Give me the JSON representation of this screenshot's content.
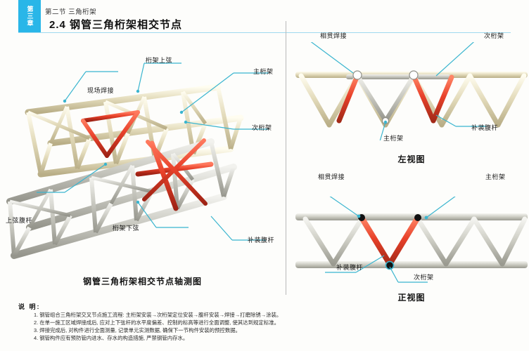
{
  "header": {
    "chapter_tab": "第三章",
    "section": "第二节 三角桁架",
    "title": "2.4 钢管三角桁架相交节点"
  },
  "axonometric": {
    "caption": "钢管三角桁架相交节点轴测图",
    "labels": {
      "field_weld": "现场焊接",
      "truss_top_chord": "桁架上弦",
      "main_truss": "主桁架",
      "secondary_truss": "次桁架",
      "top_chord_web": "上弦腹杆",
      "truss_bottom_chord": "桁架下弦",
      "added_web": "补装腹杆"
    }
  },
  "left_view": {
    "caption": "左视图",
    "labels": {
      "intersect_weld": "相贯焊接",
      "secondary_truss": "次桁架",
      "main_truss": "主桁架",
      "added_web": "补装腹杆"
    }
  },
  "front_view": {
    "caption": "正视图",
    "labels": {
      "intersect_weld": "相贯焊接",
      "main_truss": "主桁架",
      "added_web": "补装腹杆",
      "secondary_truss": "次桁架"
    }
  },
  "notes": {
    "title": "说 明:",
    "items": [
      "1. 钢管组合三角桁架交叉节点施工流程: 主桁架安装→次桁架定位安装→腹杆安装→焊接→打磨除锈→涂装。",
      "2. 在单一施工区域焊接成后, 应对上下弦杆的水平度偏差、控制的标高等进行全面调整, 使其达到规定标准。",
      "3. 焊接完成后, 对构件进行全面测量, 记录单元实测数据, 确保下一节构件安装的预控数据。",
      "4. 钢管构件应有预防管内进水、存水的构造措施, 严禁钢管内存水。"
    ]
  },
  "colors": {
    "accent": "#29b6e8",
    "leader": "#3ab5cf",
    "highlight": "#e8412a",
    "pipe_cream": "#ded7b8",
    "pipe_gray": "#c9c9c2"
  }
}
